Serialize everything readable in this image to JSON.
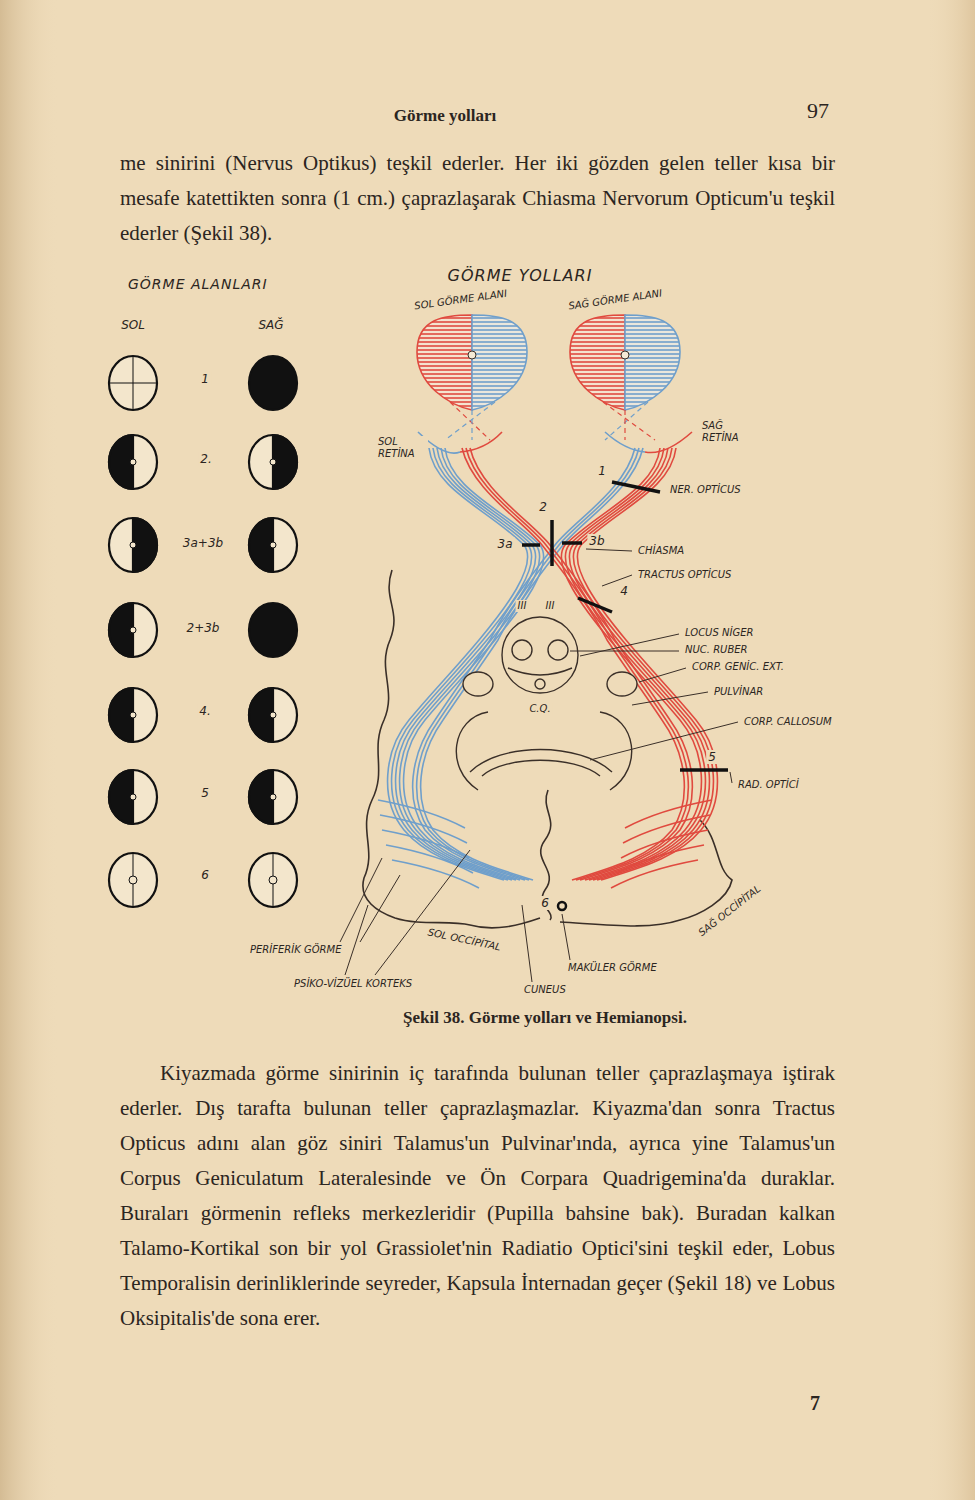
{
  "diagram": {
    "title": "GÖRME YOLLARI",
    "caption": "Şekil 38. Görme yolları ve Hemianopsi.",
    "labels": [
      "Görme yolları",
      "97",
      "me sinirini (Nervus Optikus) teşkil ederler. Her iki gözden gelen teller kısa bir mesafe katettikten sonra (1 cm.) çaprazlaşarak Chiasma Nervorum Opticum'u teşkil ederler (Şekil 38).",
      "GÖRME ALANLARI",
      "SOL",
      "SAĞ",
      "1",
      "2.",
      "3a+3b",
      "2+3b",
      "4.",
      "5",
      "6",
      "SOL GÖRME ALANI",
      "SAĞ GÖRME ALANI",
      "SOL RETİNA",
      "SAĞ RETİNA",
      "1",
      "NER. OPTİCUS",
      "2",
      "3a",
      "3b",
      "CHİASMA",
      "TRACTUS OPTİCUS",
      "4",
      "III",
      "III",
      "LOCUS NİGER",
      "NUC. RUBER",
      "CORP. GENİC. EXT.",
      "PULVİNAR",
      "C.Q.",
      "CORP. CALLOSUM",
      "5",
      "RAD. OPTİCİ",
      "PERİFERİK GÖRME",
      "SOL OCCİPİTAL",
      "6",
      "SAĞ OCCİPİTAL",
      "MAKÜLER GÖRME",
      "PSİKO-VİZÜEL KORTEKS",
      "CUNEUS",
      "Kiyazmada görme sinirinin iç tarafında bulunan teller çaprazlaşmaya iştirak ederler. Dış tarafta bulunan teller çaprazlaşmazlar. Kiyazma'dan sonra Tractus Opticus adını alan göz siniri Talamus'un Pulvinar'ında, ayrıca yine Talamus'un Corpus Geniculatum Lateralesinde ve Ön Corpara Quadrigemina'da duraklar. Buraları görmenin refleks merkezleridir (Pupilla bahsine bak). Buradan kalkan Talamo-Kortikal son bir yol Grassiolet'nin Radiatio Optici'sini teşkil eder, Lobus Temporalisin derinliklerinde seyreder, Kapsula İnternadan geçer (Şekil 18) ve Lobus Oksipitalis'de sona erer.",
      "7"
    ]
  }
}
